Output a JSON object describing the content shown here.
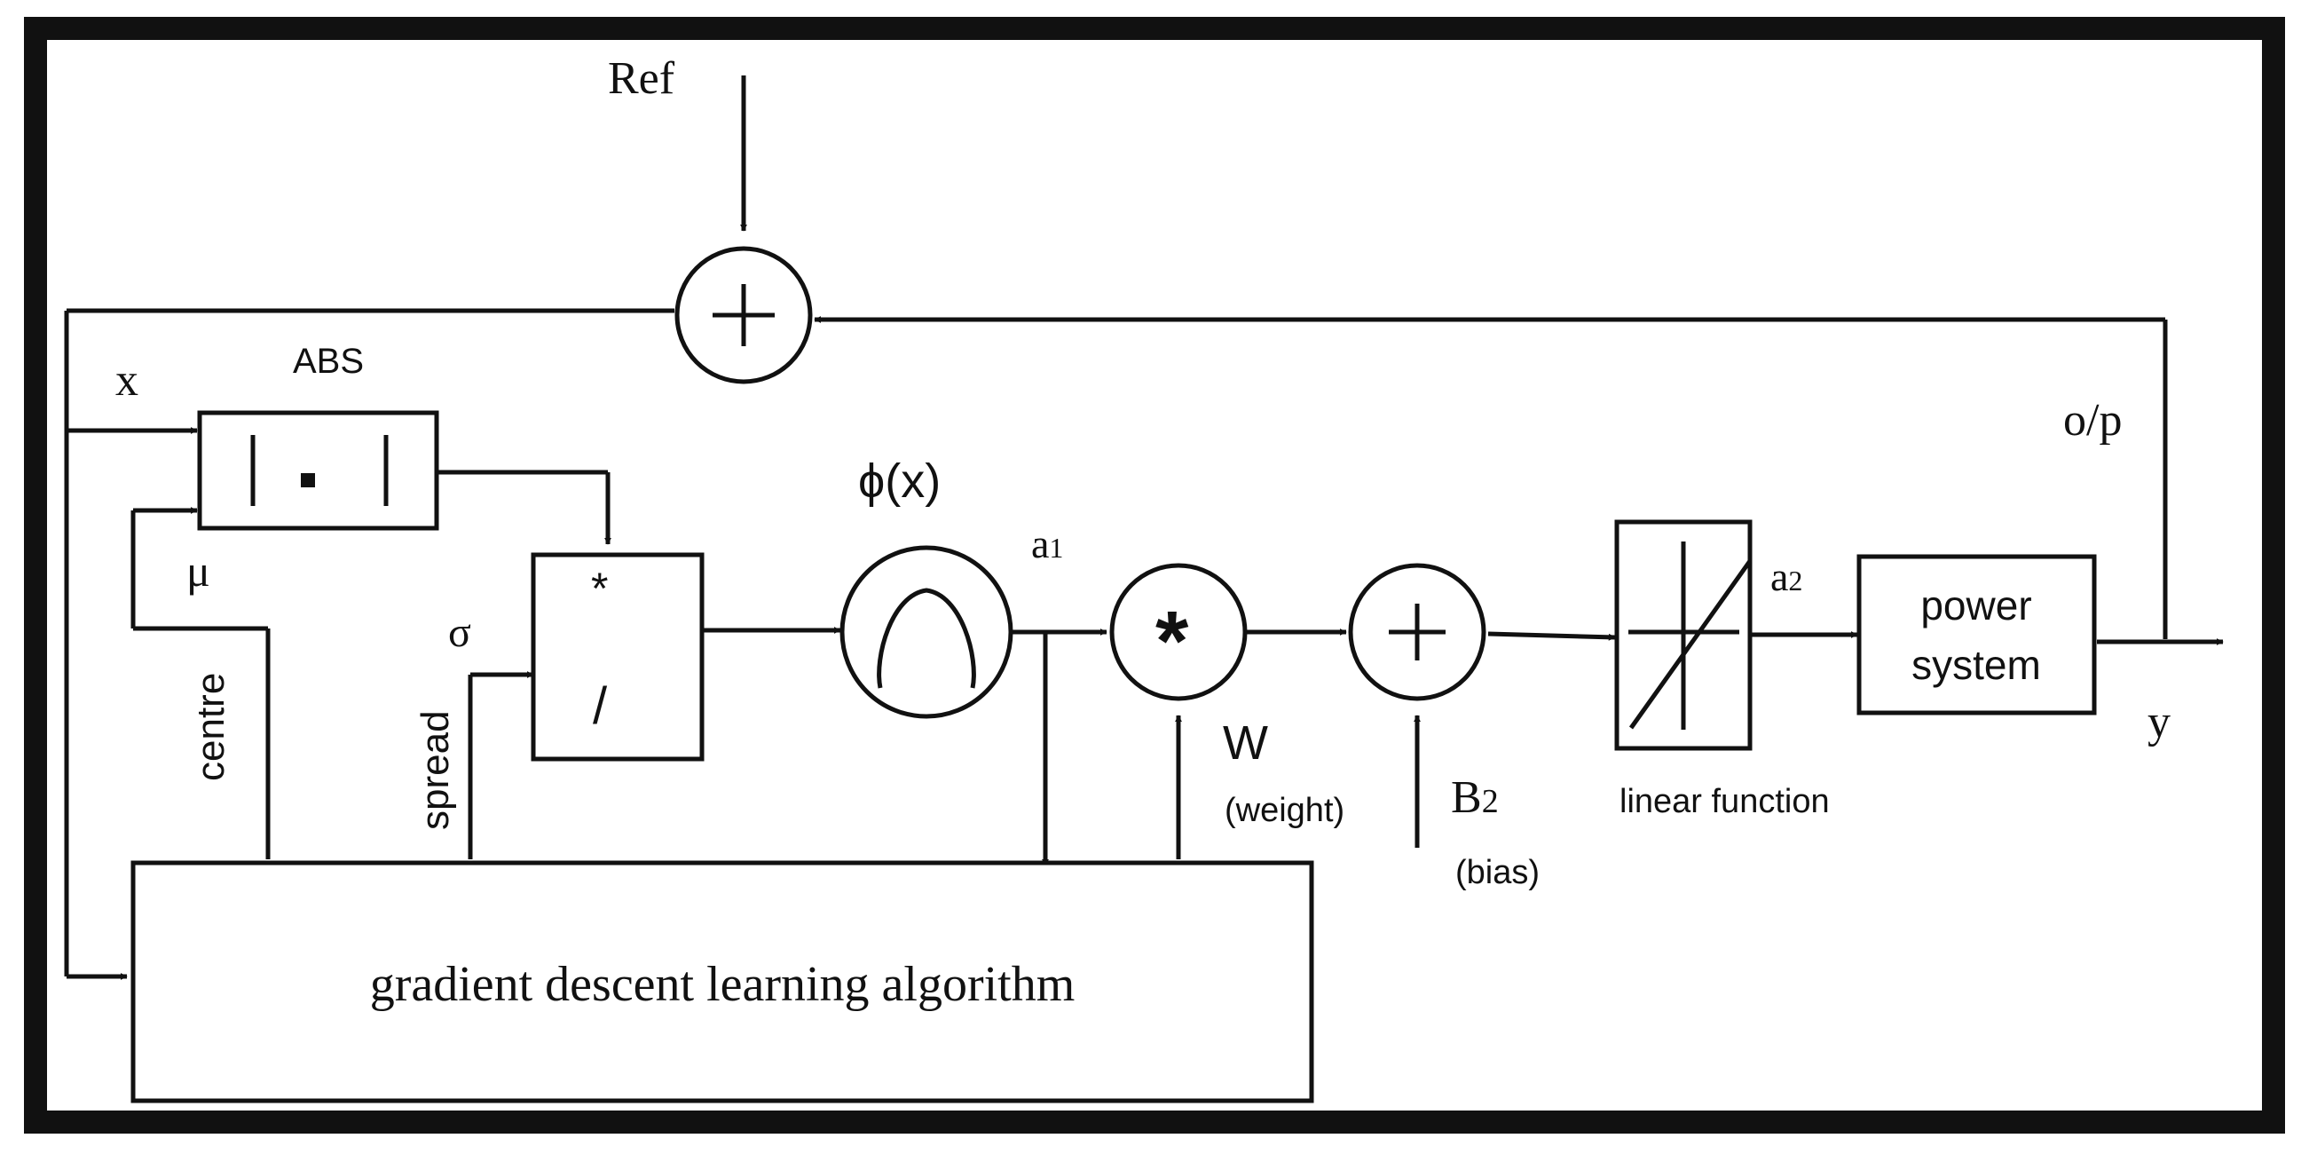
{
  "labels": {
    "ref": "Ref",
    "x": "x",
    "abs": "ABS",
    "mu": "μ",
    "sigma": "σ",
    "centre": "centre",
    "spread": "spread",
    "mult": "*",
    "div": "/",
    "phi": "ϕ(x)",
    "a1_main": "a",
    "a1_sub": "1",
    "w": "W",
    "weight": "(weight)",
    "b2_main": "B",
    "b2_sub": "2",
    "bias": "(bias)",
    "linear_function": "linear function",
    "a2_main": "a",
    "a2_sub": "2",
    "power_system_line1": "power",
    "power_system_line2": "system",
    "op": "o/p",
    "y": "y",
    "gradient": "gradient descent learning algorithm"
  }
}
